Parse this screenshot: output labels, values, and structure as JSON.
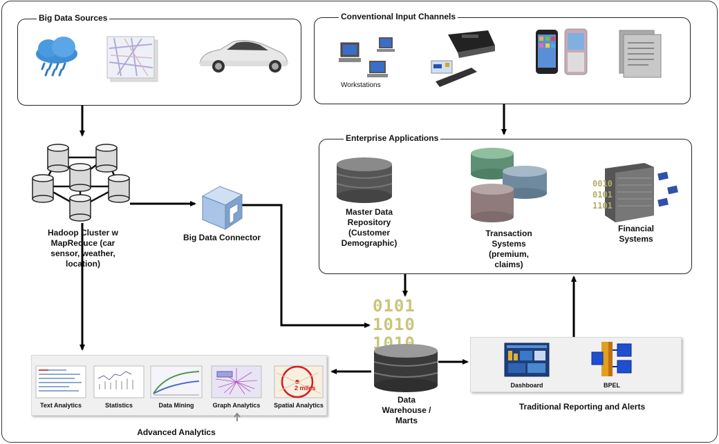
{
  "groups": {
    "big_data_sources": "Big Data Sources",
    "conventional_input": "Conventional Input Channels",
    "enterprise_apps": "Enterprise Applications"
  },
  "labels": {
    "workstations": "Workstations",
    "hadoop": [
      "Hadoop Cluster w",
      "MapReduce (car",
      "sensor, weather,",
      "location)"
    ],
    "connector": "Big Data Connector",
    "master_data": [
      "Master Data",
      "Repository",
      "(Customer",
      "Demographic)"
    ],
    "transaction": [
      "Transaction",
      "Systems",
      "(premium,",
      "claims)"
    ],
    "financial": [
      "Financial",
      "Systems"
    ],
    "warehouse": [
      "Data",
      "Warehouse /",
      "Marts"
    ],
    "binary": [
      "0101",
      "1010",
      "1010"
    ],
    "fin_binary": [
      "0010",
      "0101",
      "1101"
    ],
    "dashboard": "Dashboard",
    "bpel": "BPEL",
    "reporting": "Traditional Reporting and Alerts",
    "advanced": "Advanced Analytics"
  },
  "analytics": [
    "Text  Analytics",
    "Statistics",
    "Data Mining",
    "Graph Analytics",
    "Spatial Analytics"
  ],
  "map_badge": "2 miles"
}
